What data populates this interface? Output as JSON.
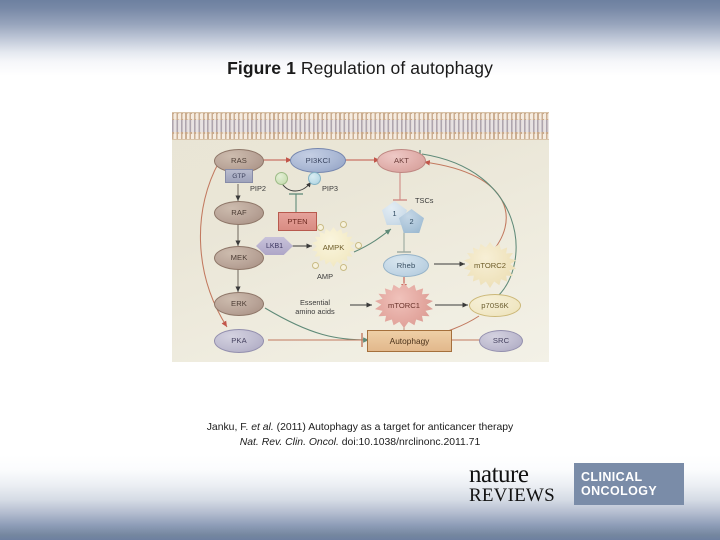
{
  "slide": {
    "title_prefix": "Figure 1",
    "title_rest": " Regulation of autophagy"
  },
  "figure": {
    "nodes": {
      "ras": "RAS",
      "gtp": "GTP",
      "raf": "RAF",
      "mek": "MEK",
      "erk": "ERK",
      "pka": "PKA",
      "pi3kci": "PI3KCI",
      "pip2": "PIP2",
      "pip3": "PIP3",
      "pten": "PTEN",
      "akt": "AKT",
      "tscs": "TSCs",
      "tsc1": "1",
      "tsc2": "2",
      "lkb1": "LKB1",
      "ampk": "AMPK",
      "amp": "AMP",
      "rheb": "Rheb",
      "mtorc2": "mTORC2",
      "mtorc1": "mTORC1",
      "p70s6k": "p70S6K",
      "essential_amino_acids_line1": "Essential",
      "essential_amino_acids_line2": "amino acids",
      "autophagy": "Autophagy",
      "src": "SRC"
    },
    "colors": {
      "panel_background": "#eae6d7",
      "membrane_head": "#c9a98c",
      "activation_arrow": "#8a7f72",
      "stimulatory_red": "#c2564a",
      "inhibitory_green": "#5f8a78",
      "autophagy_box": "#eecfa6",
      "pten_box": "#d98c83"
    }
  },
  "caption": {
    "line1_a": "Janku, F. ",
    "line1_b": "et al.",
    "line1_c": " (2011) Autophagy as a target for anticancer therapy",
    "line2_a": "Nat. Rev. Clin. Oncol.",
    "line2_b": " doi:10.1038/nrclinonc.2011.71"
  },
  "logo": {
    "nature": "nature",
    "reviews": "REVIEWS",
    "journal_line1": "CLINICAL",
    "journal_line2": "ONCOLOGY",
    "badge_color": "#7a8ca8"
  }
}
